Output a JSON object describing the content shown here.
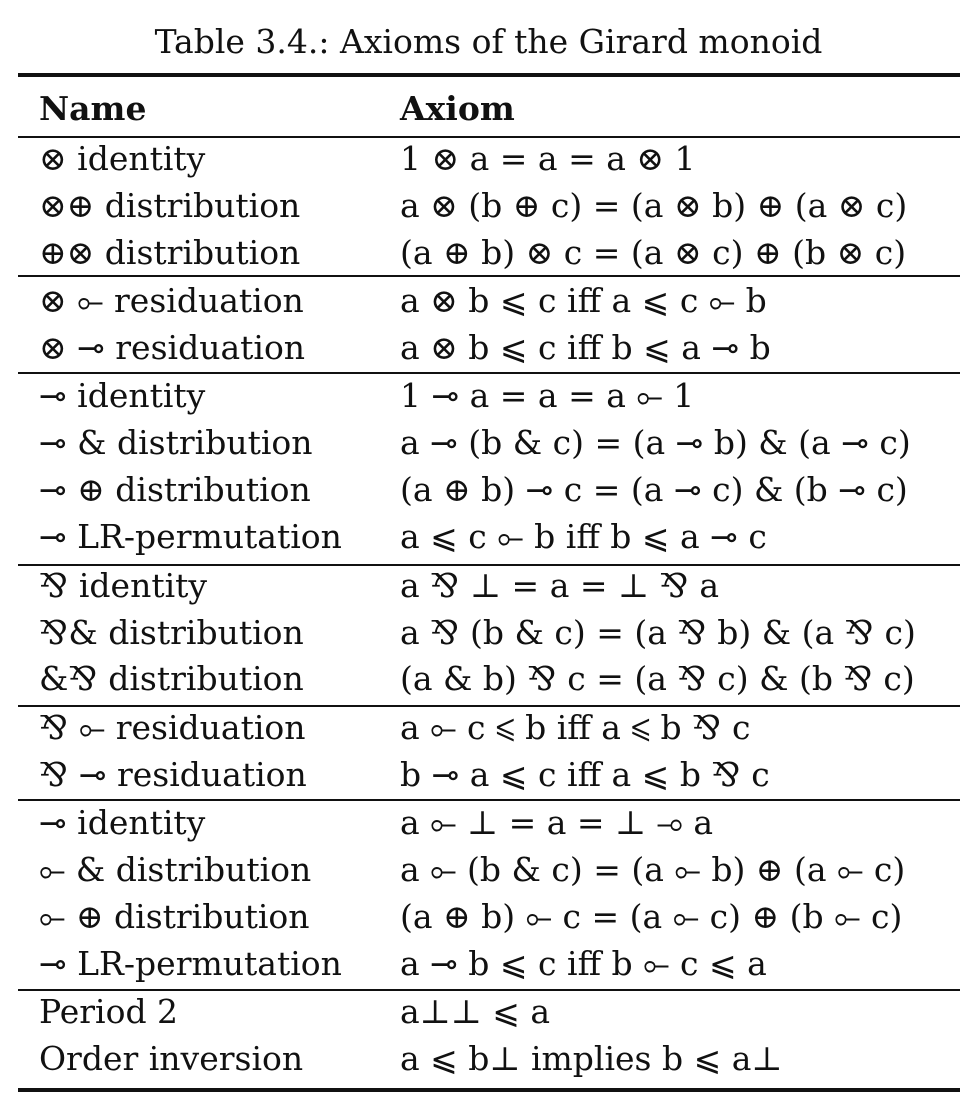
{
  "caption": "Table 3.4.: Axioms of the Girard monoid",
  "header": {
    "name": "Name",
    "axiom": "Axiom"
  },
  "rows": [
    {
      "name": "⊗ identity",
      "axiom": "1 ⊗ a = a = a ⊗ 1"
    },
    {
      "name": "⊗⊕ distribution",
      "axiom": "a ⊗ (b ⊕ c) = (a ⊗ b) ⊕ (a ⊗ c)"
    },
    {
      "name": "⊕⊗ distribution",
      "axiom": "(a ⊕ b) ⊗ c = (a ⊗ c) ⊕ (b ⊗ c)"
    },
    {
      "name": "⊗ ⟜ residuation",
      "axiom": "a ⊗ b ⩽ c iff a ⩽ c ⟜ b"
    },
    {
      "name": "⊗ ⊸ residuation",
      "axiom": "a ⊗ b ⩽ c iff b ⩽ a ⊸ b"
    },
    {
      "name": "⊸ identity",
      "axiom": "1 ⊸ a = a = a ⟜ 1"
    },
    {
      "name": "⊸ & distribution",
      "axiom": "a ⊸ (b & c) = (a ⊸ b) & (a ⊸ c)"
    },
    {
      "name": "⊸ ⊕ distribution",
      "axiom": "(a ⊕ b) ⊸ c = (a ⊸ c) & (b ⊸ c)"
    },
    {
      "name": "⊸ LR-permutation",
      "axiom": "a ⩽ c ⟜ b iff b ⩽ a ⊸ c"
    },
    {
      "name": "⅋ identity",
      "axiom": "a ⅋ ⊥ = a = ⊥ ⅋ a"
    },
    {
      "name": "⅋& distribution",
      "axiom": "a ⅋ (b & c) = (a ⅋ b) & (a ⅋ c)"
    },
    {
      "name": "&⅋ distribution",
      "axiom": "(a & b) ⅋ c = (a ⅋ c) & (b ⅋ c)"
    },
    {
      "name": "⅋ ⟜ residuation",
      "axiom": "a ⟜ c ⩽ b iff a ⩽ b ⅋ c"
    },
    {
      "name": "⅋ ⊸ residuation",
      "axiom": "b ⊸ a ⩽ c iff a ⩽ b ⅋ c"
    },
    {
      "name": "⊸ identity",
      "axiom": "a ⟜ ⊥ = a = ⊥ ⊸ a"
    },
    {
      "name": "⟜ & distribution",
      "axiom": "a ⟜ (b & c) = (a ⟜ b) ⊕ (a ⟜ c)"
    },
    {
      "name": "⟜ ⊕ distribution",
      "axiom": "(a ⊕ b) ⟜ c = (a ⟜ c) ⊕ (b ⟜ c)"
    },
    {
      "name": "⊸ LR-permutation",
      "axiom": "a ⊸ b ⩽ c iff b ⟜ c ⩽ a"
    },
    {
      "name": "Period 2",
      "axiom": "a⊥⊥ ⩽ a"
    },
    {
      "name": "Order inversion",
      "axiom": "a ⩽ b⊥ implies b ⩽ a⊥"
    }
  ]
}
